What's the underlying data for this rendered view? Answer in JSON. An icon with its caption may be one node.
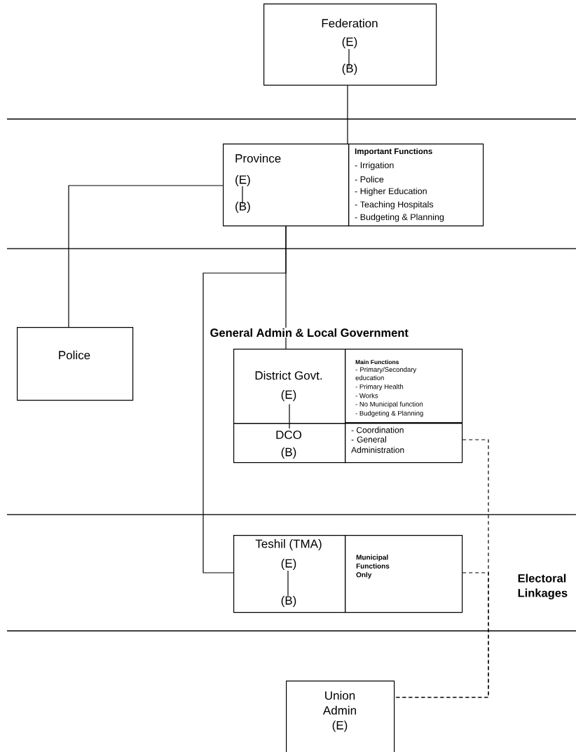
{
  "diagram": {
    "nodes": [
      {
        "text": [
          "Federation",
          "(E)",
          "(B)"
        ]
      },
      {
        "text": [
          "Province",
          "(E)",
          "(B)"
        ]
      },
      {
        "text": [
          "Important Functions",
          "- Irrigation",
          "- Police",
          "- Higher Education",
          "- Teaching Hospitals",
          "- Budgeting & Planning"
        ]
      },
      {
        "text": [
          "Police"
        ]
      },
      {
        "text": [
          "District Govt.",
          "(E)"
        ]
      },
      {
        "text": [
          "Main Functions",
          "- Primary/Secondary education",
          "- Primary Health",
          "- Works",
          "- No Municipal function",
          "- Budgeting & Planning"
        ]
      },
      {
        "text": [
          "DCO",
          "(B)"
        ]
      },
      {
        "text": [
          "- Coordination",
          "- General Administration"
        ]
      },
      {
        "text": [
          "Teshil (TMA)",
          "(E)",
          "(B)"
        ]
      },
      {
        "text": [
          "Municipal Functions Only"
        ]
      },
      {
        "text": [
          "Union Admin (E)"
        ]
      }
    ],
    "edges": [
      {
        "from": 0,
        "to": 1,
        "arrow": "none"
      },
      {
        "from": 1,
        "to": 3,
        "arrow": "none"
      },
      {
        "from": 1,
        "to": 4,
        "arrow": "none"
      },
      {
        "from": 1,
        "to": 8,
        "arrow": "none"
      },
      {
        "from": 4,
        "to": 6,
        "arrow": "none"
      },
      {
        "from": 7,
        "to": 10,
        "arrow": "none",
        "style": "dashed"
      },
      {
        "from": 9,
        "to": 10,
        "arrow": "none",
        "style": "dashed"
      }
    ],
    "labels": [
      "General Admin & Local Government",
      "Electoral Linkages"
    ]
  }
}
